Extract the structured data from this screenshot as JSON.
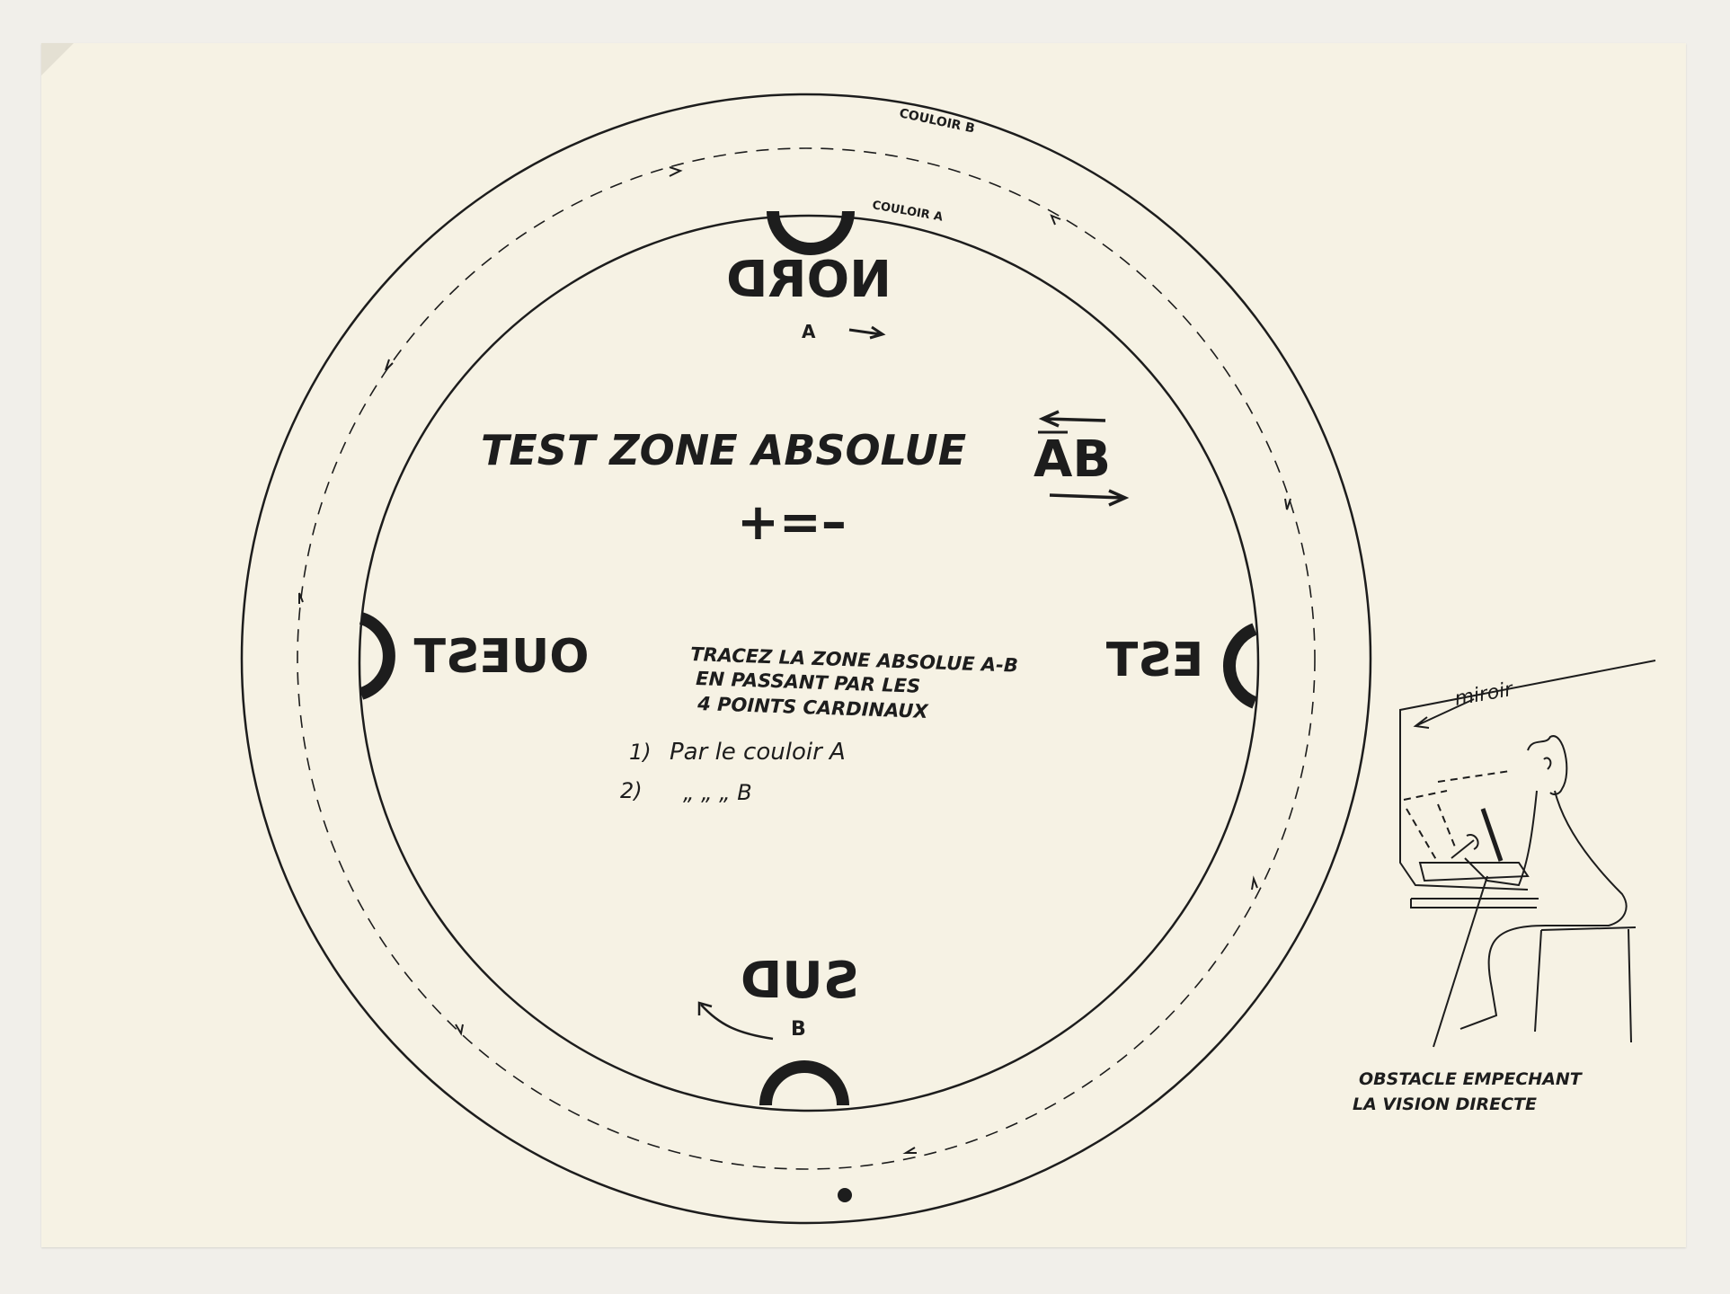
{
  "corridors": {
    "outer_label": "COULOIR B",
    "inner_label": "COULOIR A"
  },
  "compass": {
    "north": "NORD",
    "south": "SUD",
    "west": "OUEST",
    "east": "EST"
  },
  "markers": {
    "a": "A",
    "b": "B"
  },
  "title": {
    "main": "TEST ZONE ABSOLUE",
    "ab": "AB",
    "equation": "+=–"
  },
  "instructions": {
    "line1": "TRACEZ LA ZONE ABSOLUE A-B",
    "line2": "EN PASSANT PAR LES",
    "line3": "4 POINTS CARDINAUX",
    "step1_num": "1)",
    "step1_text": "Par le couloir A",
    "step2_num": "2)",
    "step2_text": "„   „   „   B"
  },
  "sketch": {
    "mirror_label": "miroir",
    "caption_line1": "OBSTACLE EMPECHANT",
    "caption_line2": "LA VISION DIRECTE"
  },
  "colors": {
    "paper": "#f6f2e4",
    "ink": "#1d1d1d"
  }
}
